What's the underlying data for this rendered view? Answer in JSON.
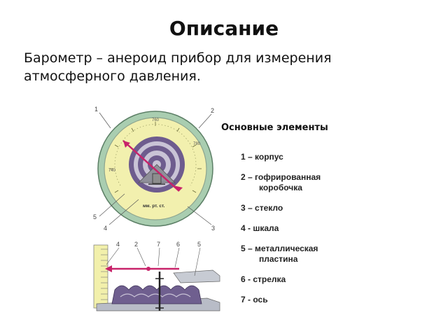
{
  "header": {
    "title": "Описание"
  },
  "description": "Барометр – анероид прибор для измерения атмосферного давления.",
  "figure": {
    "callouts_top": [
      "1",
      "2",
      "5",
      "4",
      "3"
    ],
    "unit_label": "мм. рт. ст.",
    "scale_labels": [
      "760",
      "740",
      "780"
    ],
    "callouts_section": [
      "4",
      "2",
      "7",
      "6",
      "5"
    ]
  },
  "legend": {
    "title": "Основные элементы",
    "items": [
      {
        "num": "1 –",
        "text": "корпус"
      },
      {
        "num": "2 –",
        "text": "гофрированная"
      },
      {
        "num": "",
        "text": "коробочка"
      },
      {
        "num": "3 –",
        "text": "стекло"
      },
      {
        "num": "4 -",
        "text": "шкала"
      },
      {
        "num": "5 –",
        "text": "металлическая"
      },
      {
        "num": "",
        "text": "пластина"
      },
      {
        "num": "6 -",
        "text": "стрелка"
      },
      {
        "num": "7 -",
        "text": "ось"
      }
    ]
  },
  "colors": {
    "case": "#9fc7a4",
    "dial": "#f2f0ab",
    "box": "#6f5f8f",
    "arrow": "#c8236a"
  }
}
